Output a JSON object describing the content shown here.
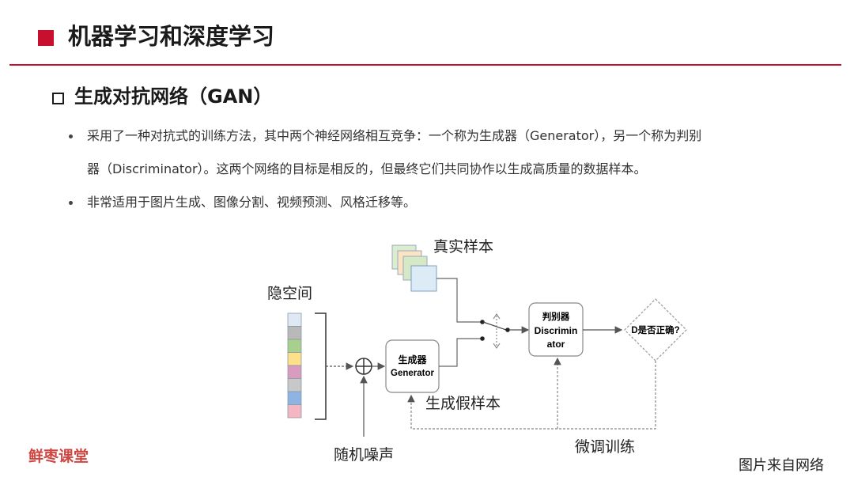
{
  "header": {
    "title": "机器学习和深度学习"
  },
  "section": {
    "title": "生成对抗网络（GAN）"
  },
  "bullets": [
    {
      "line1": "采用了一种对抗式的训练方法，其中两个神经网络相互竞争：一个称为生成器（Generator），另一个称为判别",
      "line2": "器（Discriminator）。这两个网络的目标是相反的，但最终它们共同协作以生成高质量的数据样本。"
    },
    {
      "line1": "非常适用于图片生成、图像分割、视频预测、风格迁移等。"
    }
  ],
  "diagram": {
    "real_samples": "真实样本",
    "latent_space": "隐空间",
    "generator_line1": "生成器",
    "generator_line2": "Generator",
    "discriminator_line1": "判别器",
    "discriminator_line2": "Discrimin",
    "discriminator_line3": "ator",
    "decision": "D是否正确?",
    "fake_samples": "生成假样本",
    "noise": "随机噪声",
    "finetune": "微调训练",
    "latent_colors": [
      "#dfe9f6",
      "#b9b9b9",
      "#a8d08d",
      "#ffe08a",
      "#d99cc0",
      "#c8c8c8",
      "#8db4e2",
      "#f4b6c2"
    ],
    "real_stack_colors": [
      "#dbeccf",
      "#fbe3c4",
      "#d6e9c6",
      "#ddebf7"
    ]
  },
  "footer": {
    "brand": "鲜枣课堂",
    "credit": "图片来自网络"
  }
}
